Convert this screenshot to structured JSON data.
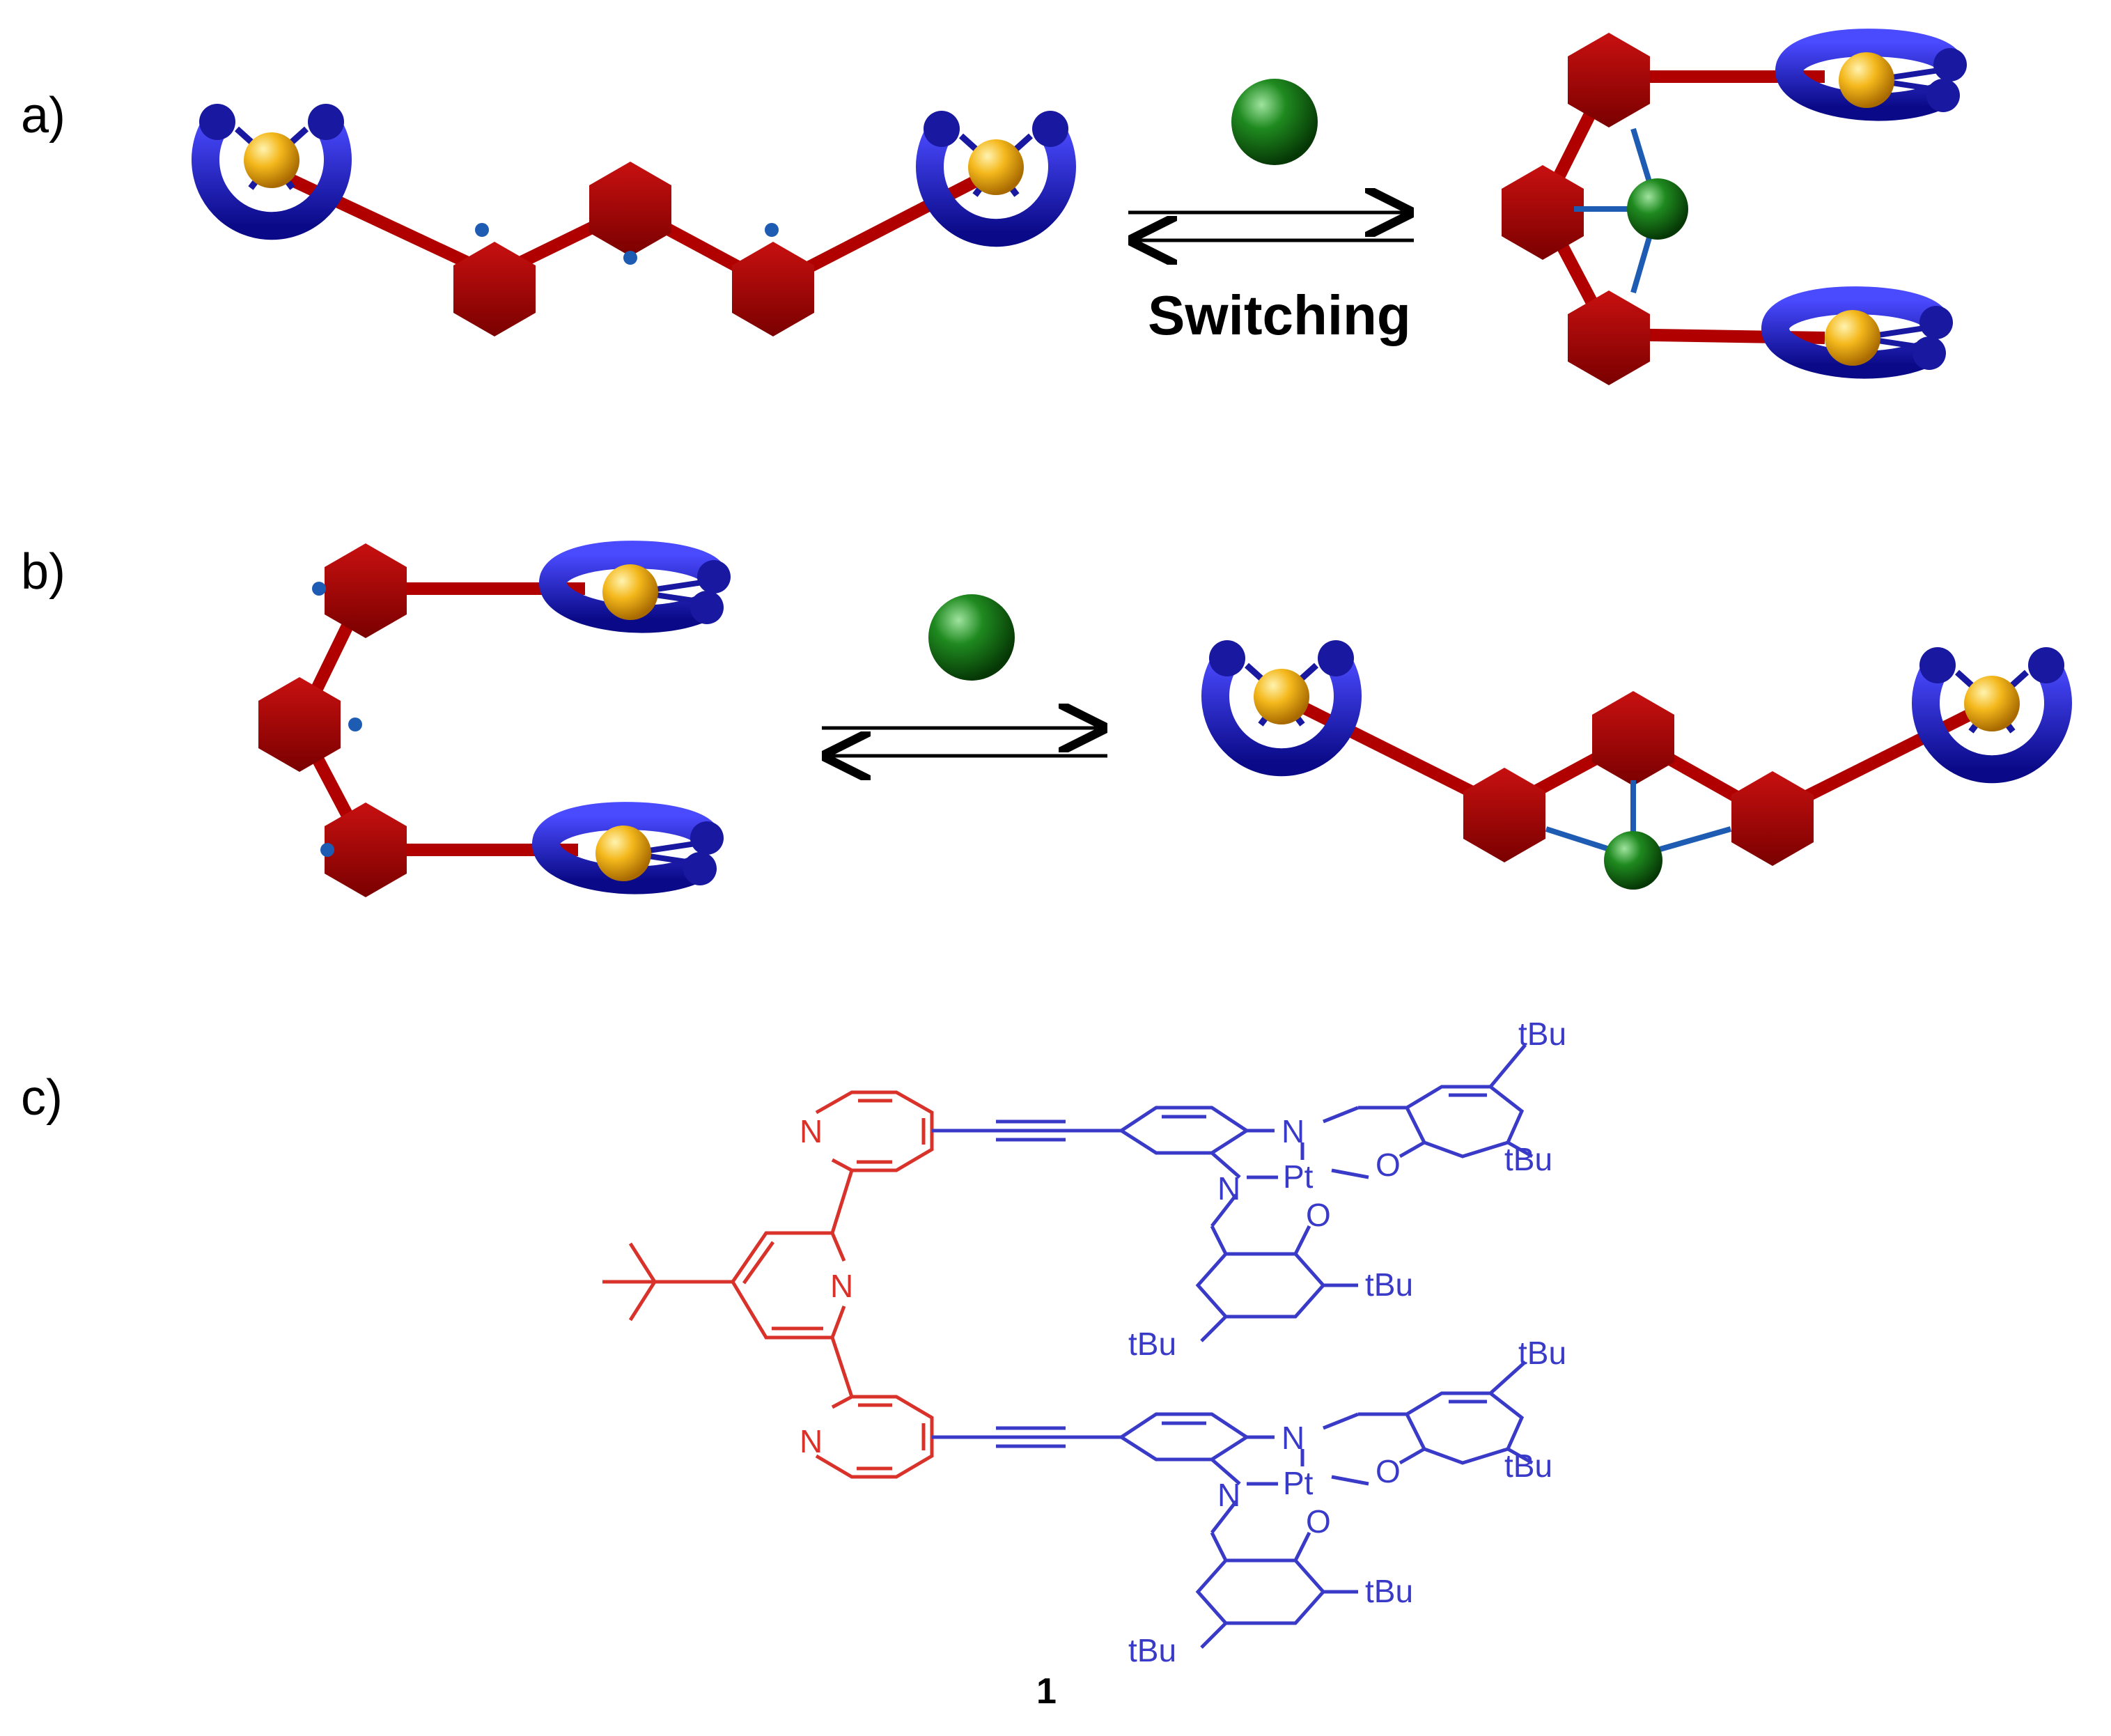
{
  "panel_labels": [
    "a)",
    "b)",
    "c)"
  ],
  "switch_label": "Switching",
  "compound_number": "1",
  "colors": {
    "terpyridine": "#a80000",
    "salphen": "#1a1ab0",
    "platinum_ball": "#f0b020",
    "guest_ball": "#1a7a1a",
    "connector": "#1e5cb3",
    "structure_red": "#d8322a",
    "structure_blue": "#3a3ac8"
  },
  "structure": {
    "pyridine_N": "N",
    "salphen_N": "N",
    "salphen_Pt": "Pt",
    "salphen_O": "O",
    "tbu": "tBu"
  }
}
